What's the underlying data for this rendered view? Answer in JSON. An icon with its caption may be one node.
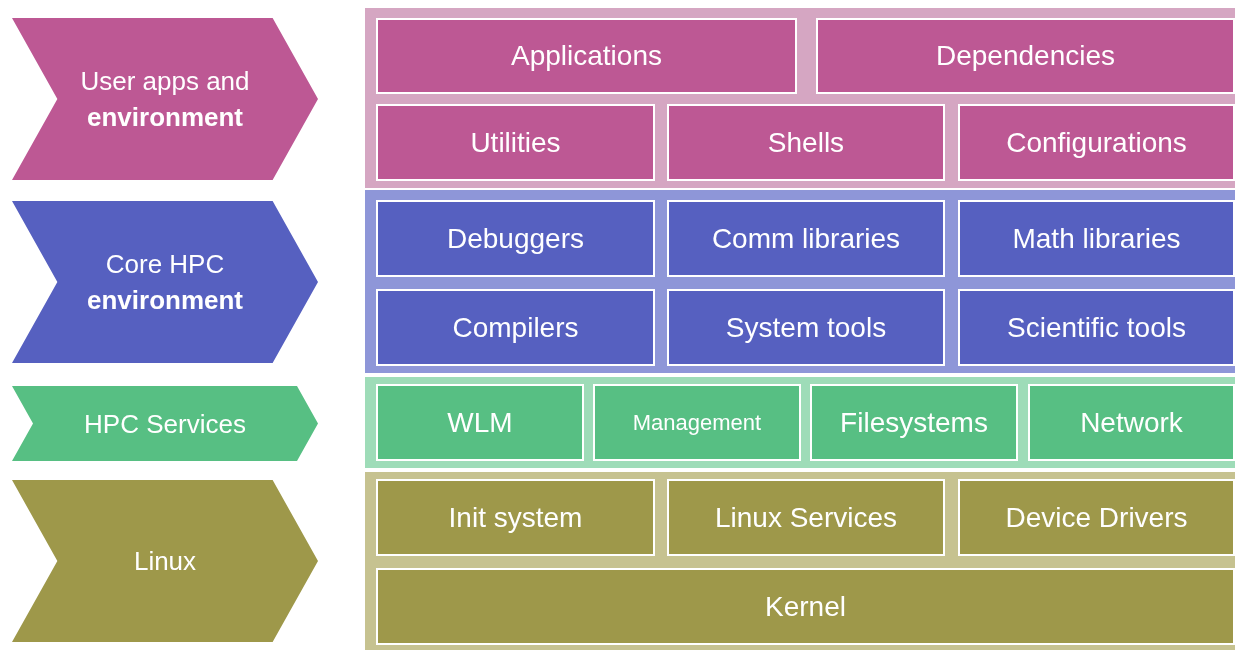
{
  "diagram": {
    "nodes": [
      {
        "text": [
          "User apps and **environment**"
        ]
      },
      {
        "text": [],
        "shape": "box"
      },
      {
        "text": [
          "Applications"
        ],
        "in": 1
      },
      {
        "text": [
          "Dependencies"
        ],
        "in": 1
      },
      {
        "text": [
          "Utilities"
        ],
        "in": 1
      },
      {
        "text": [
          "Shells"
        ],
        "in": 1
      },
      {
        "text": [
          "Configurations"
        ],
        "in": 1
      },
      {
        "text": [
          "Core HPC **environment**"
        ]
      },
      {
        "text": [],
        "shape": "box"
      },
      {
        "text": [
          "Debuggers"
        ],
        "in": 8
      },
      {
        "text": [
          "Comm libraries"
        ],
        "in": 8
      },
      {
        "text": [
          "Math libraries"
        ],
        "in": 8
      },
      {
        "text": [
          "Compilers"
        ],
        "in": 8
      },
      {
        "text": [
          "System tools"
        ],
        "in": 8
      },
      {
        "text": [
          "Scientific tools"
        ],
        "in": 8
      },
      {
        "text": [
          "HPC Services"
        ]
      },
      {
        "text": [],
        "shape": "box"
      },
      {
        "text": [
          "WLM"
        ],
        "in": 16
      },
      {
        "text": [
          "Management"
        ],
        "in": 16
      },
      {
        "text": [
          "Filesystems"
        ],
        "in": 16
      },
      {
        "text": [
          "Network"
        ],
        "in": 16
      },
      {
        "text": [
          "Linux"
        ]
      },
      {
        "text": [],
        "shape": "box"
      },
      {
        "text": [
          "Init system"
        ],
        "in": 22
      },
      {
        "text": [
          "Linux Services"
        ],
        "in": 22
      },
      {
        "text": [
          "Device Drivers"
        ],
        "in": 22
      },
      {
        "text": [
          "Kernel"
        ],
        "in": 22
      }
    ]
  }
}
